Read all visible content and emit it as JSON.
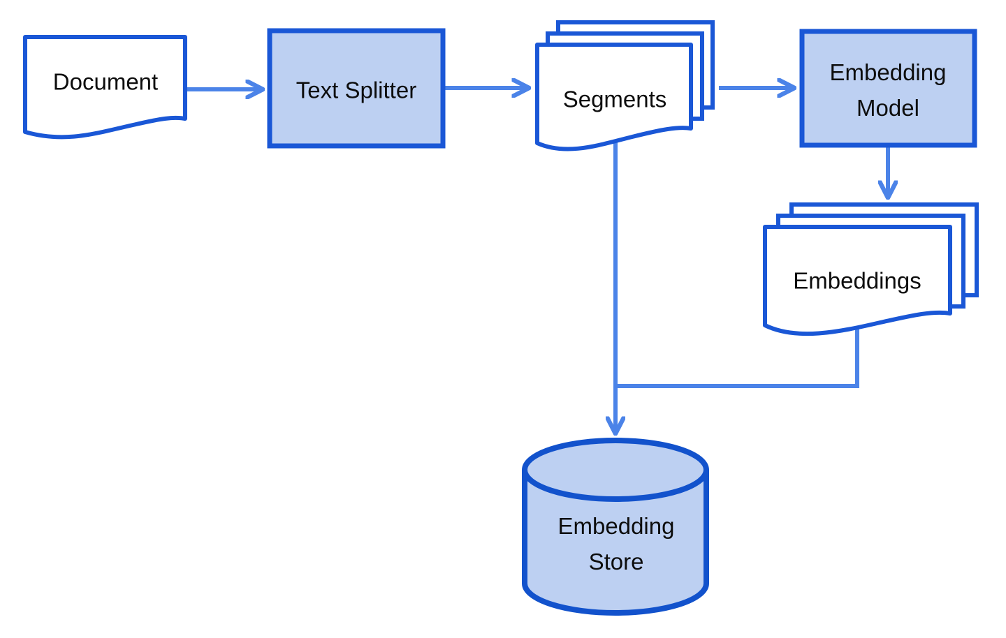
{
  "diagram": {
    "description": "Embedding ingestion pipeline flowchart",
    "nodes": {
      "document": {
        "label": "Document",
        "shape": "document",
        "fill": "#ffffff"
      },
      "text_splitter": {
        "label": "Text Splitter",
        "shape": "process",
        "fill": "#bdd0f2"
      },
      "segments": {
        "label": "Segments",
        "shape": "multi-document",
        "fill": "#ffffff"
      },
      "embedding_model": {
        "label": "Embedding Model",
        "shape": "process",
        "fill": "#bdd0f2"
      },
      "embeddings": {
        "label": "Embeddings",
        "shape": "multi-document",
        "fill": "#ffffff"
      },
      "embedding_store": {
        "label": "Embedding Store",
        "shape": "database",
        "fill": "#bdd0f2"
      }
    },
    "edges": [
      {
        "from": "Document",
        "to": "Text Splitter"
      },
      {
        "from": "Text Splitter",
        "to": "Segments"
      },
      {
        "from": "Segments",
        "to": "Embedding Model"
      },
      {
        "from": "Embedding Model",
        "to": "Embeddings"
      },
      {
        "from": "Segments",
        "to": "Embedding Store"
      },
      {
        "from": "Embeddings",
        "to": "Embedding Store"
      }
    ],
    "colors": {
      "shape_border": "#1a57d6",
      "cylinder_border": "#1252cc",
      "connector": "#4b83e8",
      "node_fill": "#bdd0f2",
      "document_fill": "#ffffff",
      "text": "#0d0d0d",
      "background": "#ffffff"
    }
  }
}
